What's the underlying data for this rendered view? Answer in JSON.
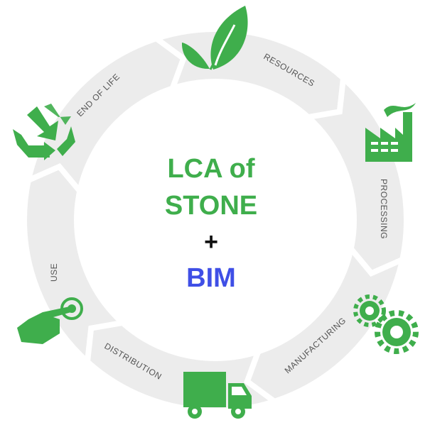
{
  "center": {
    "line1": "LCA of",
    "line2": "STONE",
    "plus": "+",
    "line3": "BIM"
  },
  "stages": [
    {
      "label": "RESOURCES",
      "icon": "leaf-icon"
    },
    {
      "label": "PROCESSING",
      "icon": "factory-icon"
    },
    {
      "label": "MANUFACTURING",
      "icon": "gears-icon"
    },
    {
      "label": "DISTRIBUTION",
      "icon": "truck-icon"
    },
    {
      "label": "USE",
      "icon": "hand-pointer-icon"
    },
    {
      "label": "END OF LIFE",
      "icon": "recycle-icon"
    }
  ],
  "colors": {
    "green": "#3fae4c",
    "blue": "#3f4fe6",
    "ring": "#ececec"
  }
}
